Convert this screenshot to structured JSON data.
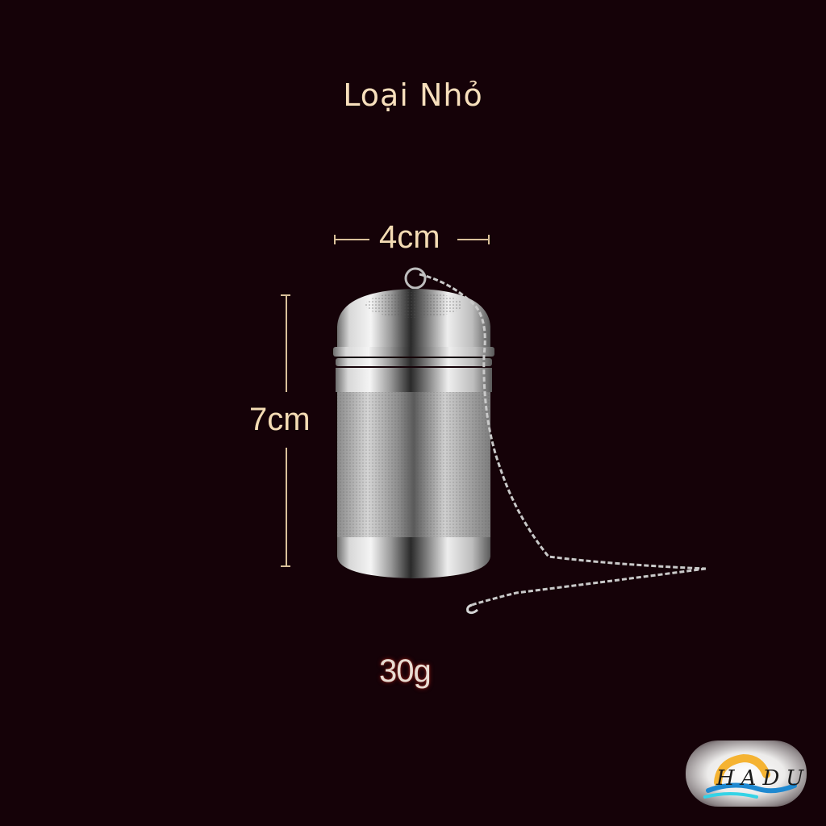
{
  "header": {
    "title": "Loại Nhỏ"
  },
  "dimensions": {
    "width_label": "4cm",
    "height_label": "7cm"
  },
  "product": {
    "name": "stainless-steel-tea-infuser",
    "weight_label": "30g"
  },
  "brand": {
    "logo_text": "HADU"
  },
  "colors": {
    "background": "#150208",
    "title_text": "#f7dfbc",
    "dimension_lines": "#d9c09a",
    "weight_glow": "#7a1a14",
    "logo_sun": "#f5b332",
    "logo_wave_blue": "#1e88d0",
    "logo_wave_cyan": "#34d3e6"
  }
}
